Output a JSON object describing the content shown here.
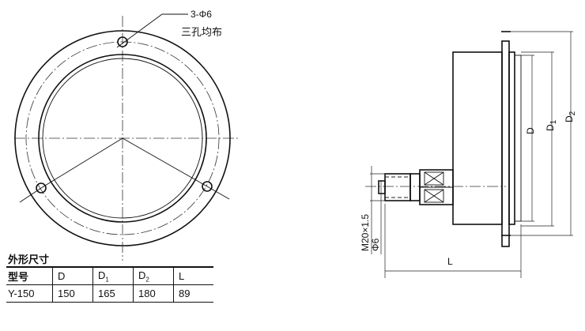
{
  "front_view": {
    "hole_callout": "3-Φ6",
    "hole_note": "三孔均布"
  },
  "side_view": {
    "thread_label": "M20×1.5",
    "hole_dia_label": "Φ6",
    "dim_D": "D",
    "dim_D1": "D",
    "dim_D1_sub": "1",
    "dim_D2": "D",
    "dim_D2_sub": "2",
    "dim_L": "L"
  },
  "spec_table": {
    "title": "外形尺寸",
    "headers": [
      {
        "main": "型号",
        "sub": ""
      },
      {
        "main": "D",
        "sub": ""
      },
      {
        "main": "D",
        "sub": "1"
      },
      {
        "main": "D",
        "sub": "2"
      },
      {
        "main": "L",
        "sub": ""
      }
    ],
    "rows": [
      [
        "Y-150",
        "150",
        "165",
        "180",
        "89"
      ]
    ]
  }
}
